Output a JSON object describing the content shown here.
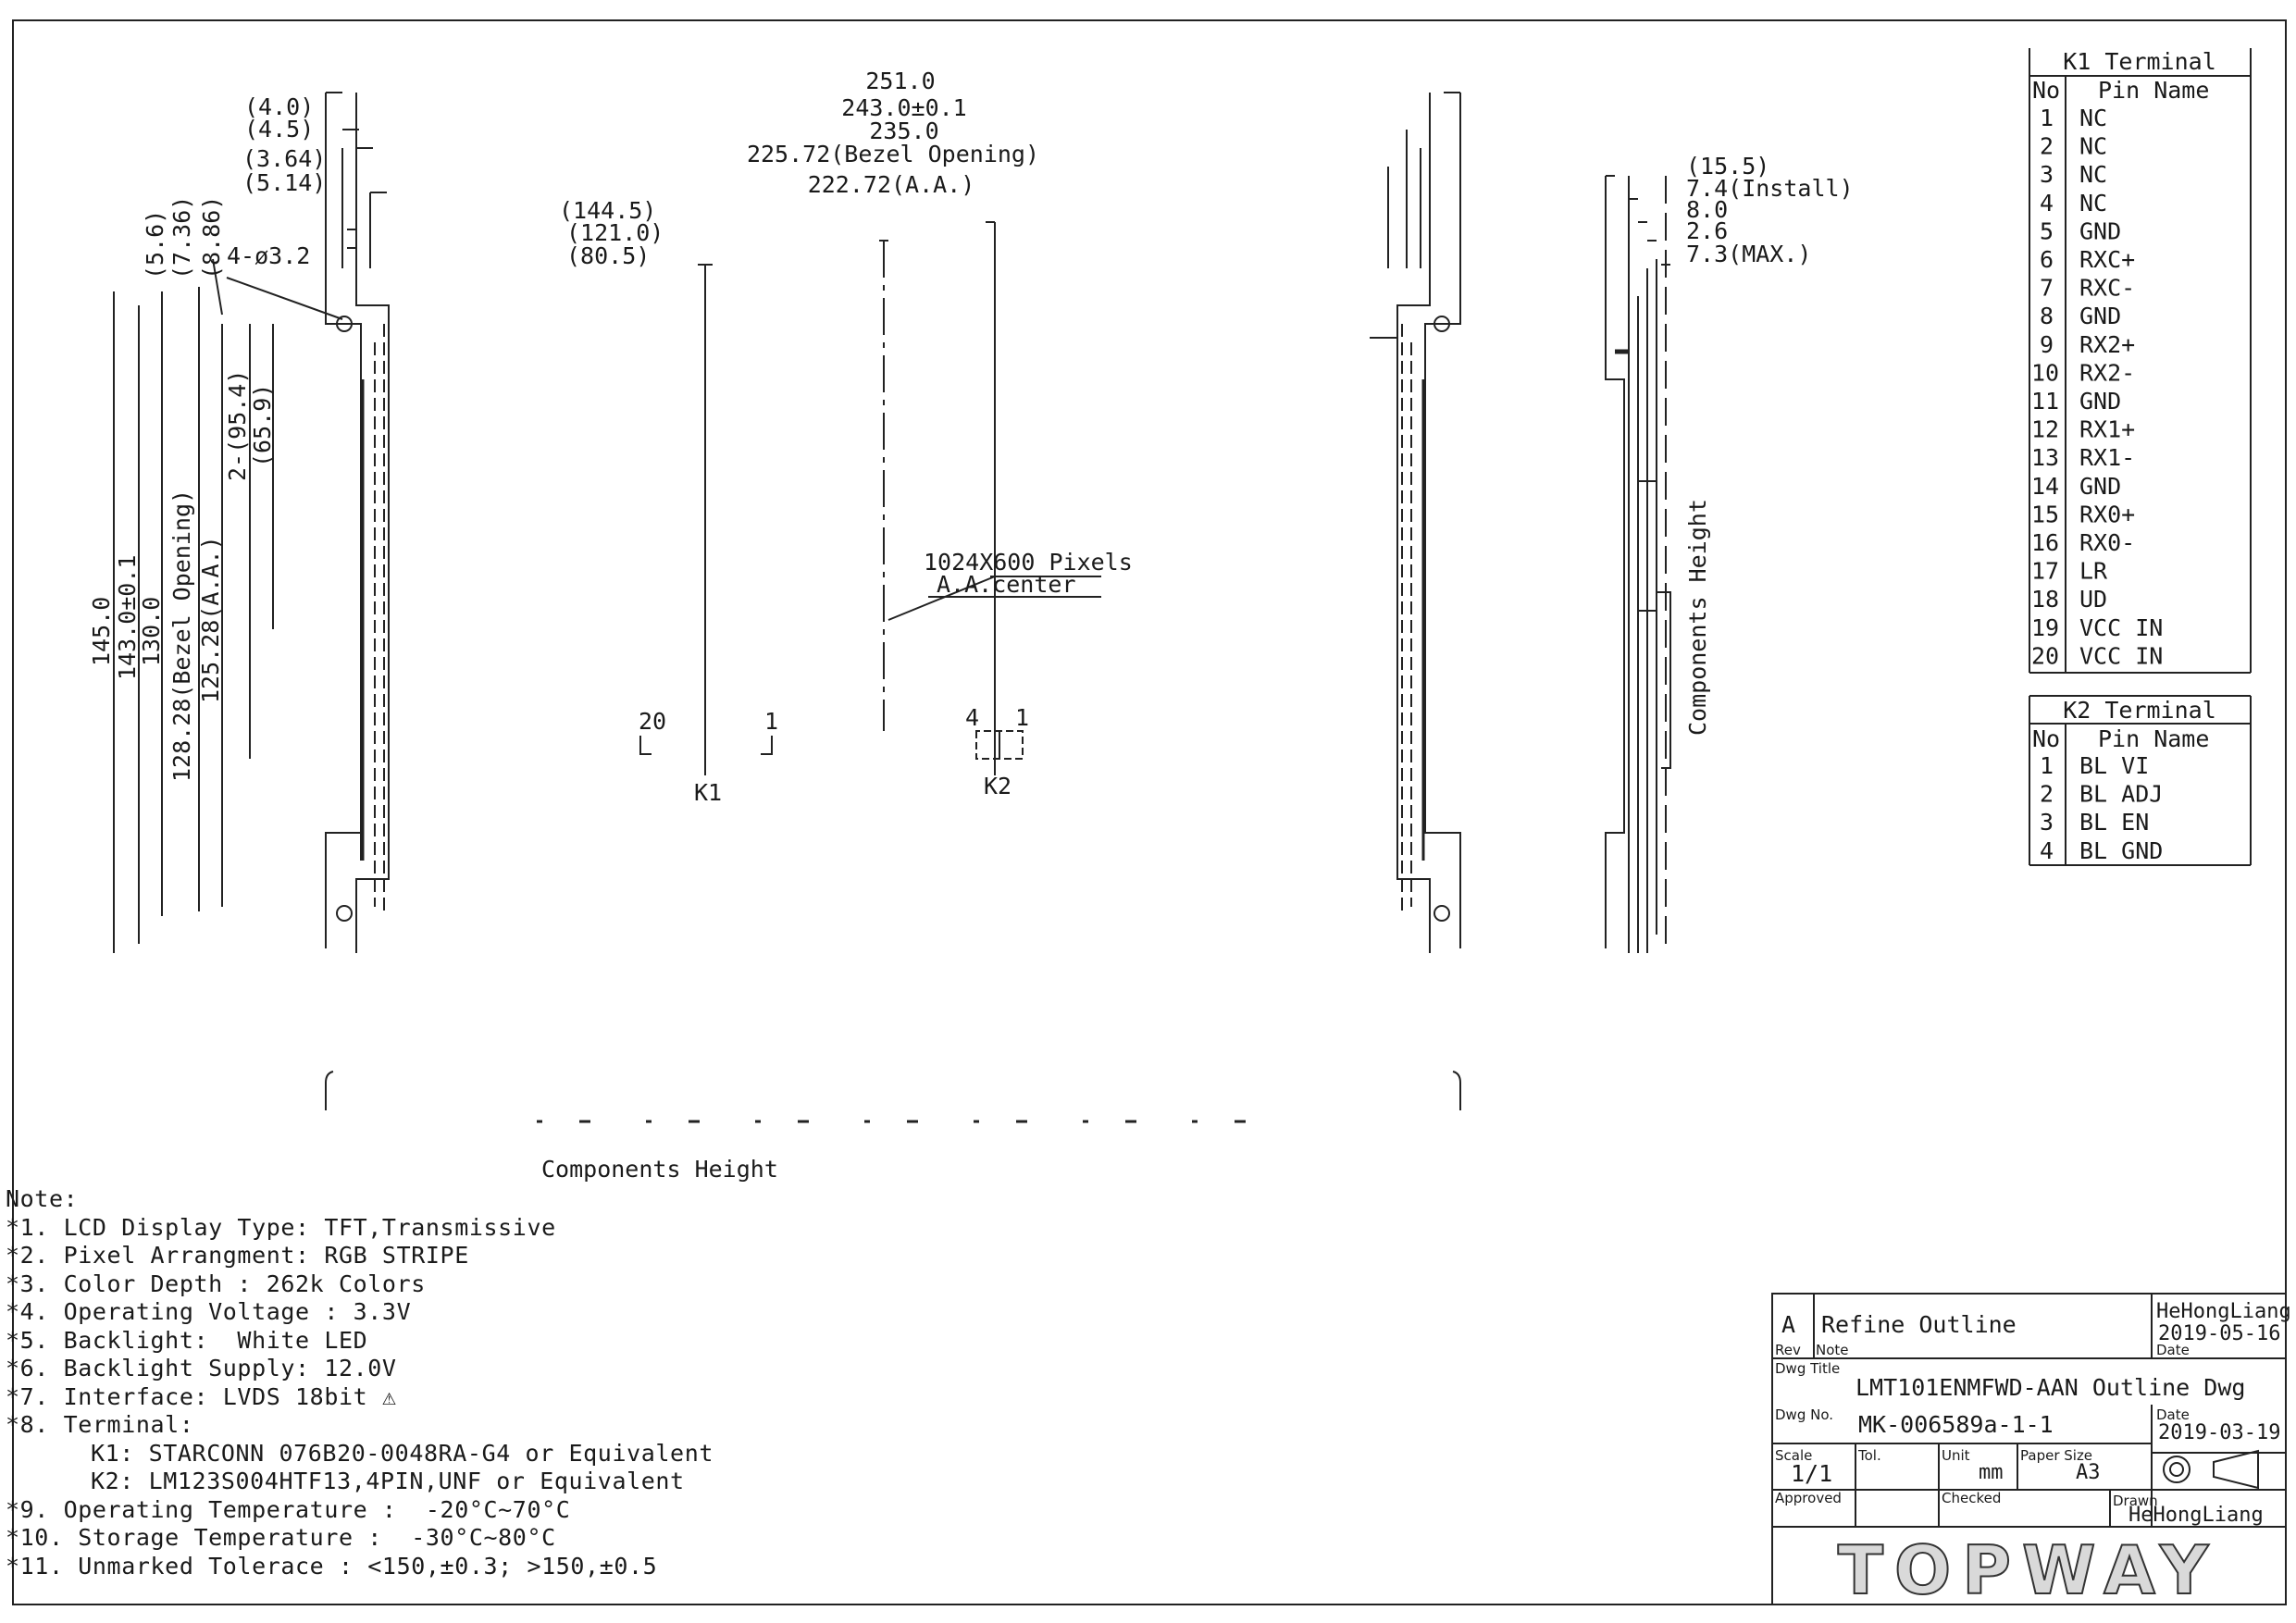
{
  "dims_top": {
    "left_offsets": [
      "(4.0)",
      "(4.5)",
      "(3.64)",
      "(5.14)"
    ],
    "overall": [
      "251.0",
      "243.0±0.1",
      "235.0",
      "225.72(Bezel Opening)",
      "222.72(A.A.)"
    ],
    "mid": [
      "(144.5)",
      "(121.0)",
      "(80.5)"
    ],
    "side": [
      "(15.5)",
      "7.4(Install)",
      "8.0",
      "2.6",
      "7.3(MAX.)"
    ]
  },
  "dims_left": {
    "small": [
      "(5.6)",
      "(7.36)",
      "(8.86)"
    ],
    "hole": "4-ø3.2",
    "vertical": [
      "145.0",
      "143.0±0.1",
      "130.0",
      "128.28(Bezel Opening)",
      "125.28(A.A.)",
      "2-(95.4)",
      "(65.9)"
    ]
  },
  "labels": {
    "pixels": "1024X600 Pixels",
    "center": "A.A.center",
    "k1": "K1",
    "k2": "K2",
    "k1_pin_left": "20",
    "k1_pin_right": "1",
    "k2_pin_left": "4",
    "k2_pin_right": "1",
    "comp_height_vertical": "Components Height",
    "comp_height_bottom": "Components Height"
  },
  "k1_table": {
    "title": "K1 Terminal",
    "col_no": "No",
    "col_name": "Pin Name",
    "rows": [
      [
        "1",
        "NC"
      ],
      [
        "2",
        "NC"
      ],
      [
        "3",
        "NC"
      ],
      [
        "4",
        "NC"
      ],
      [
        "5",
        "GND"
      ],
      [
        "6",
        "RXC+"
      ],
      [
        "7",
        "RXC-"
      ],
      [
        "8",
        "GND"
      ],
      [
        "9",
        "RX2+"
      ],
      [
        "10",
        "RX2-"
      ],
      [
        "11",
        "GND"
      ],
      [
        "12",
        "RX1+"
      ],
      [
        "13",
        "RX1-"
      ],
      [
        "14",
        "GND"
      ],
      [
        "15",
        "RX0+"
      ],
      [
        "16",
        "RX0-"
      ],
      [
        "17",
        "LR"
      ],
      [
        "18",
        "UD"
      ],
      [
        "19",
        "VCC IN"
      ],
      [
        "20",
        "VCC IN"
      ]
    ]
  },
  "k2_table": {
    "title": "K2 Terminal",
    "col_no": "No",
    "col_name": "Pin Name",
    "rows": [
      [
        "1",
        "BL VI"
      ],
      [
        "2",
        "BL ADJ"
      ],
      [
        "3",
        "BL EN"
      ],
      [
        "4",
        "BL GND"
      ]
    ]
  },
  "notes": {
    "heading": "Note:",
    "items": [
      "*1. LCD Display Type: TFT,Transmissive",
      "*2. Pixel Arrangment: RGB STRIPE",
      "*3. Color Depth : 262k Colors",
      "*4. Operating Voltage : 3.3V",
      "*5. Backlight:  White LED",
      "*6. Backlight Supply: 12.0V",
      "*7. Interface: LVDS 18bit",
      "*8. Terminal:",
      "K1: STARCONN 076B20-0048RA-G4 or Equivalent",
      "K2: LM123S004HTF13,4PIN,UNF or Equivalent",
      "*9. Operating Temperature :  -20°C~70°C",
      "*10. Storage Temperature :  -30°C~80°C",
      "*11. Unmarked Tolerace : <150,±0.3; >150,±0.5"
    ]
  },
  "title_block": {
    "rev": "A",
    "rev_note": "Refine Outline",
    "rev_drawn": "HeHongLiang",
    "rev_date": "2019-05-16",
    "lbl_rev": "Rev",
    "lbl_note": "Note",
    "lbl_date": "Date",
    "lbl_dwg_title": "Dwg Title",
    "dwg_title": "LMT101ENMFWD-AAN Outline Dwg",
    "lbl_dwg_no": "Dwg No.",
    "dwg_no": "MK-006589a-1-1",
    "date": "2019-03-19",
    "lbl_scale": "Scale",
    "scale": "1/1",
    "lbl_tol": "Tol.",
    "lbl_unit": "Unit",
    "unit": "mm",
    "lbl_paper": "Paper Size",
    "paper": "A3",
    "lbl_approved": "Approved",
    "lbl_checked": "Checked",
    "lbl_drawn": "Drawn",
    "drawn": "HeHongLiang",
    "logo": "TOPWAY"
  }
}
